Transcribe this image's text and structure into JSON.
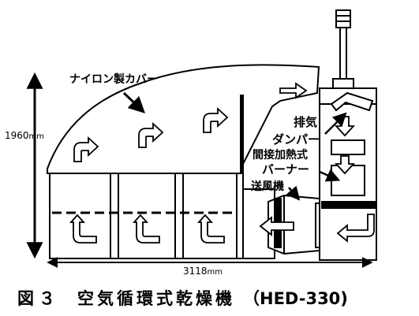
{
  "labels": {
    "nylon_cover": "ナイロン製カバー",
    "exhaust": "排気",
    "damper": "ダンパー",
    "indirect_heater": "間接加熱式",
    "burner": "バーナー",
    "blower": "送風機"
  },
  "dimensions": {
    "height": "1960",
    "height_unit": "mm",
    "width": "3118",
    "width_unit": "mm"
  },
  "caption": {
    "figure": "図３",
    "title": "空気循環式乾燥機",
    "model": "（HED-330)"
  }
}
